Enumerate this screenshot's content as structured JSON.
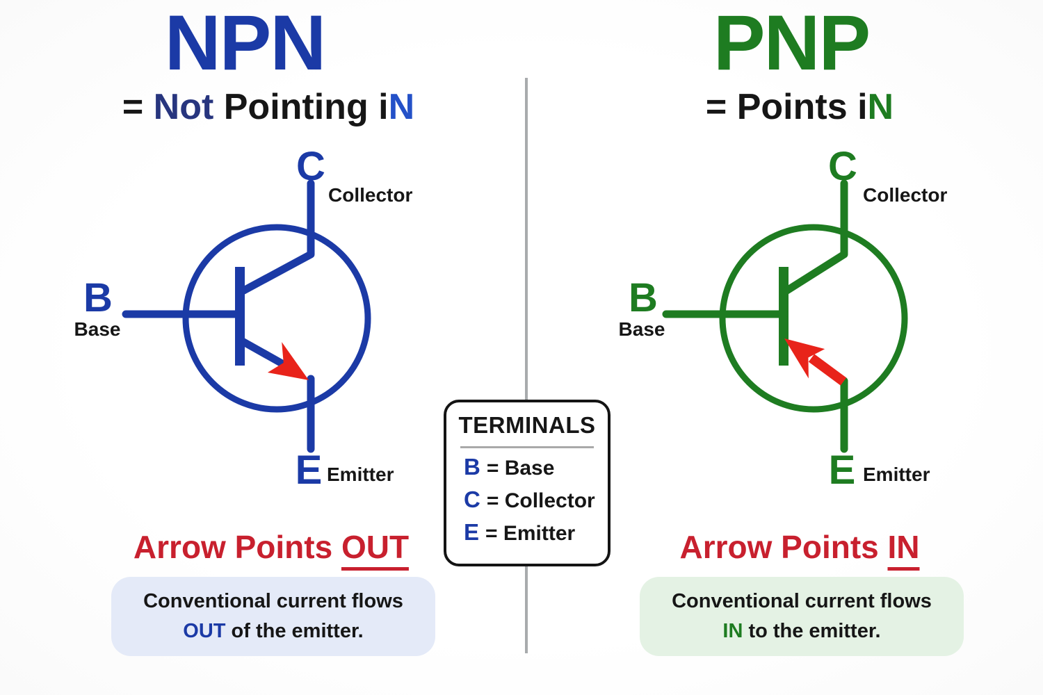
{
  "colors": {
    "npn_blue": "#1b3aa6",
    "npn_dark_blue": "#27357e",
    "npn_bright_blue": "#2451c8",
    "pnp_green": "#1e7c21",
    "arrow_red": "#e8231a",
    "heading_red": "#c8202e",
    "note_blue_bg": "#e4eaf8",
    "note_green_bg": "#e4f2e4",
    "divider_gray": "#a8abad",
    "text_black": "#161616"
  },
  "npn": {
    "title": "NPN",
    "subtitle": {
      "eq": "= ",
      "accent1": "Not",
      "mid": " Pointing i",
      "accent2": "N"
    },
    "pins": {
      "c": "C",
      "collector": "Collector",
      "b": "B",
      "base": "Base",
      "e": "E",
      "emitter": "Emitter"
    },
    "arrow_heading": {
      "prefix": "Arrow Points ",
      "accent": "OUT"
    },
    "note": {
      "line1": "Conventional current flows",
      "accent": "OUT",
      "rest": " of the emitter."
    }
  },
  "pnp": {
    "title": "PNP",
    "subtitle": {
      "eq": "= ",
      "mid": "Points i",
      "accent": "N"
    },
    "pins": {
      "c": "C",
      "collector": "Collector",
      "b": "B",
      "base": "Base",
      "e": "E",
      "emitter": "Emitter"
    },
    "arrow_heading": {
      "prefix": "Arrow Points ",
      "accent": "IN"
    },
    "note": {
      "line1": "Conventional current flows",
      "accent": "IN",
      "rest": " to the emitter."
    }
  },
  "terminals": {
    "title": "TERMINALS",
    "rows": [
      {
        "letter": "B",
        "rest": "= Base"
      },
      {
        "letter": "C",
        "rest": "= Collector"
      },
      {
        "letter": "E",
        "rest": "= Emitter"
      }
    ]
  }
}
